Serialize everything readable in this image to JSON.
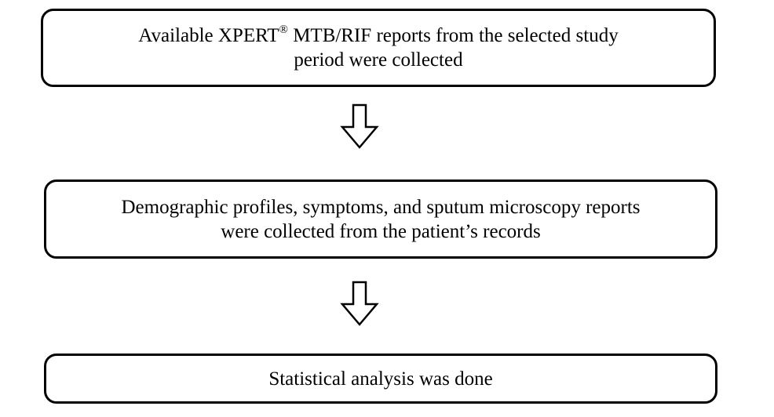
{
  "steps": [
    {
      "line1_a": "Available XPERT",
      "line1_sup": "®",
      "line1_b": " MTB/RIF reports from the selected study",
      "line2": "period were collected"
    },
    {
      "line1": "Demographic profiles, symptoms, and sputum microscopy reports",
      "line2": "were collected from the patient’s records"
    },
    {
      "line1": "Statistical analysis was done"
    }
  ],
  "colors": {
    "stroke": "#000000",
    "fill": "#ffffff"
  },
  "arrows": [
    "down-arrow-icon",
    "down-arrow-icon"
  ]
}
